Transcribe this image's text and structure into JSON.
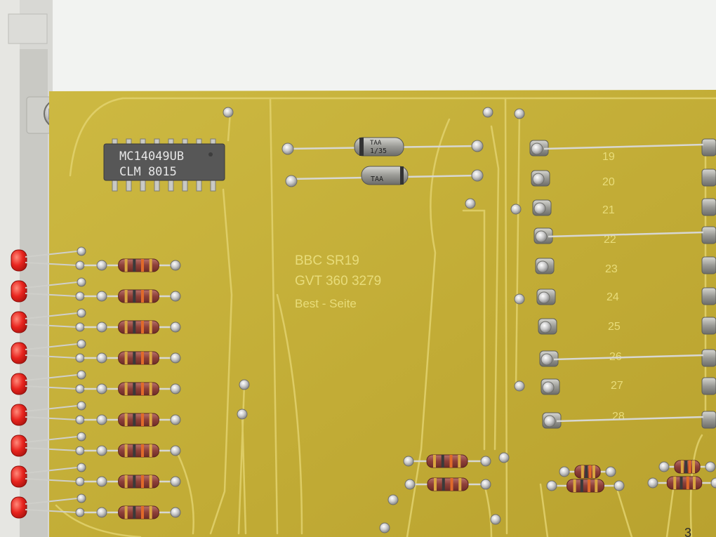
{
  "ic_chip": {
    "line1": "MC14049UB",
    "line2": "CLM 8015"
  },
  "silkscreen": {
    "line1": "BBC  SR19",
    "line2": "GVT  360 3279",
    "line3": "Best - Seite"
  },
  "pin_numbers": [
    "19",
    "20",
    "21",
    "22",
    "23",
    "24",
    "25",
    "26",
    "27",
    "28"
  ],
  "diode_top": {
    "line1": "TAA",
    "line2": "1/35"
  },
  "diode_bottom": {
    "line1": "TAA"
  },
  "corner_digit": "3",
  "left_led_count": 9,
  "colors": {
    "pcb": "#c3ae38",
    "trace": "#e2d26e",
    "led": "#e8241e",
    "chip": "#5a5a5a",
    "wall": "#f2f3f1",
    "rail": "#d9d9d6"
  }
}
